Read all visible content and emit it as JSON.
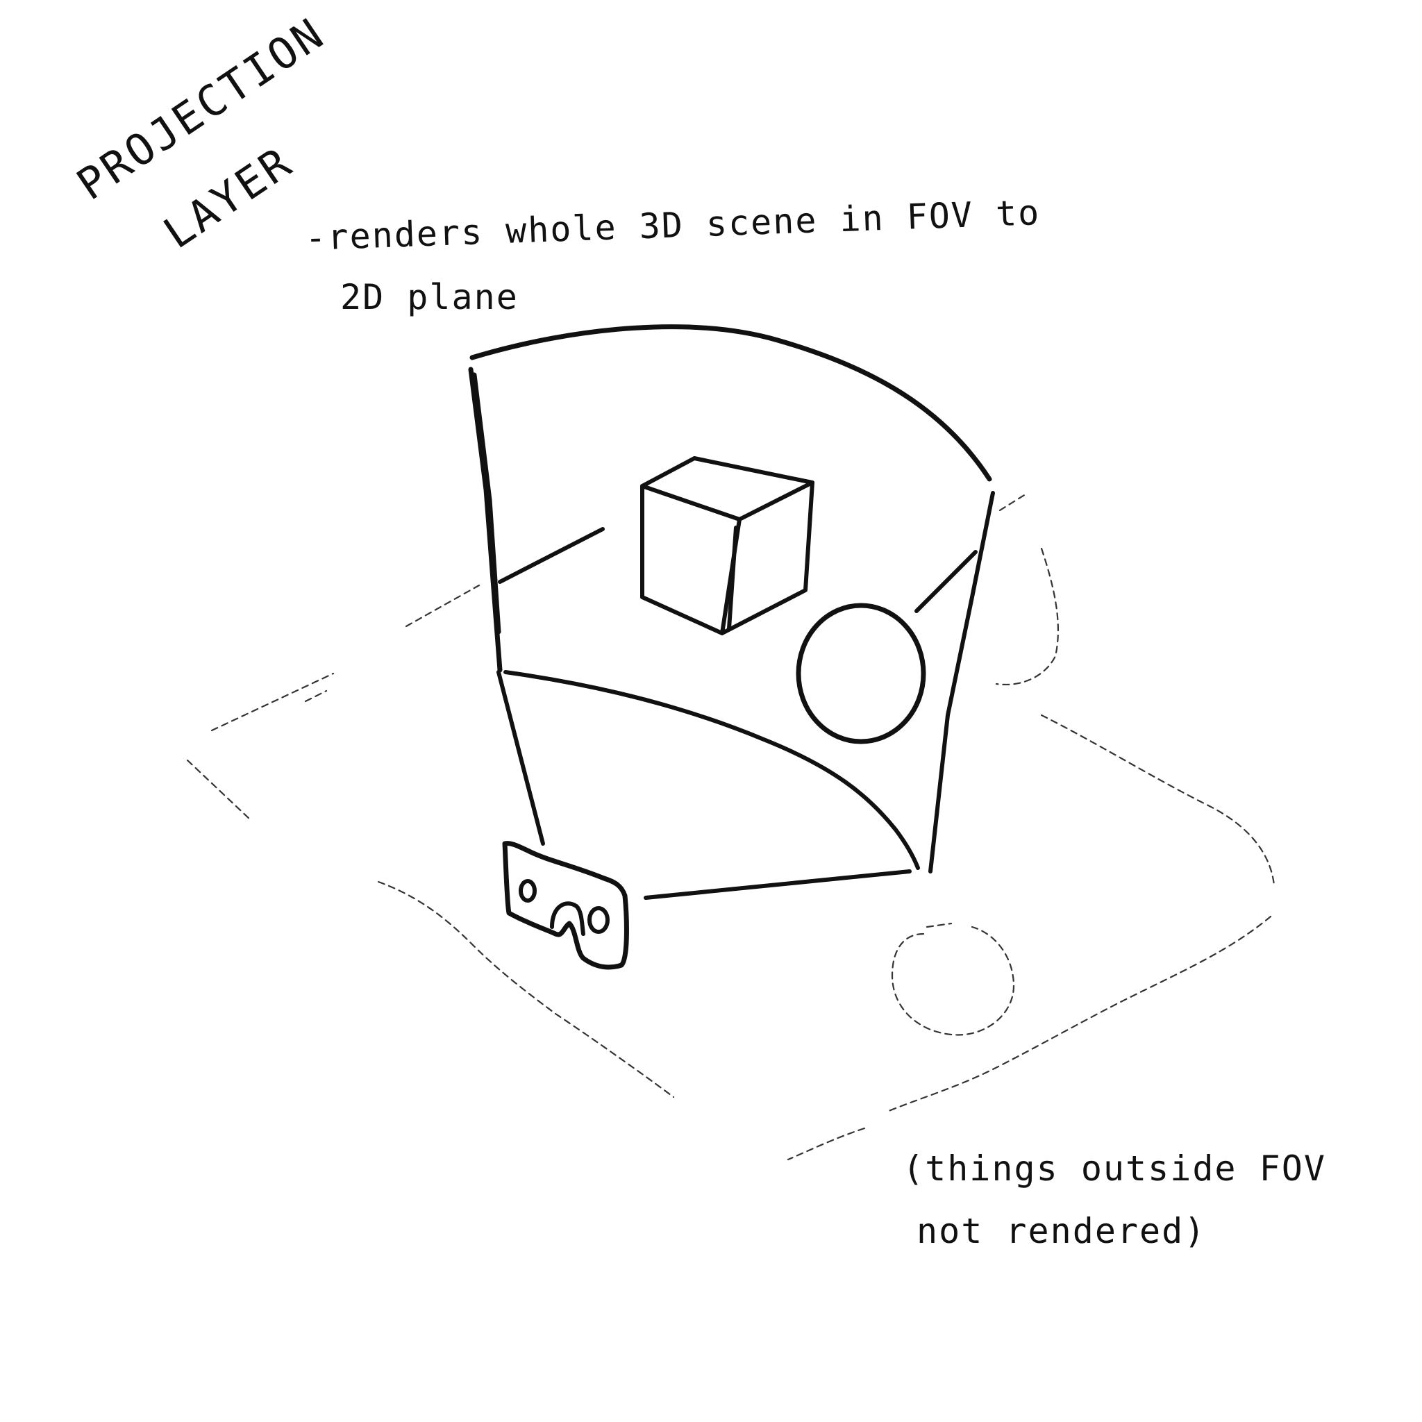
{
  "title": {
    "line1": "PROJECTION",
    "line2": "LAYER"
  },
  "note": {
    "line1": "-renders whole 3D scene in FOV to",
    "line2": "2D plane"
  },
  "caption": {
    "line1": "(things outside FOV",
    "line2": "not rendered)"
  },
  "colors": {
    "ink": "#111111",
    "paper": "#ffffff"
  },
  "icons": {
    "headset": "vr-headset-icon",
    "cube": "cube-shape",
    "sphere": "sphere-shape"
  }
}
